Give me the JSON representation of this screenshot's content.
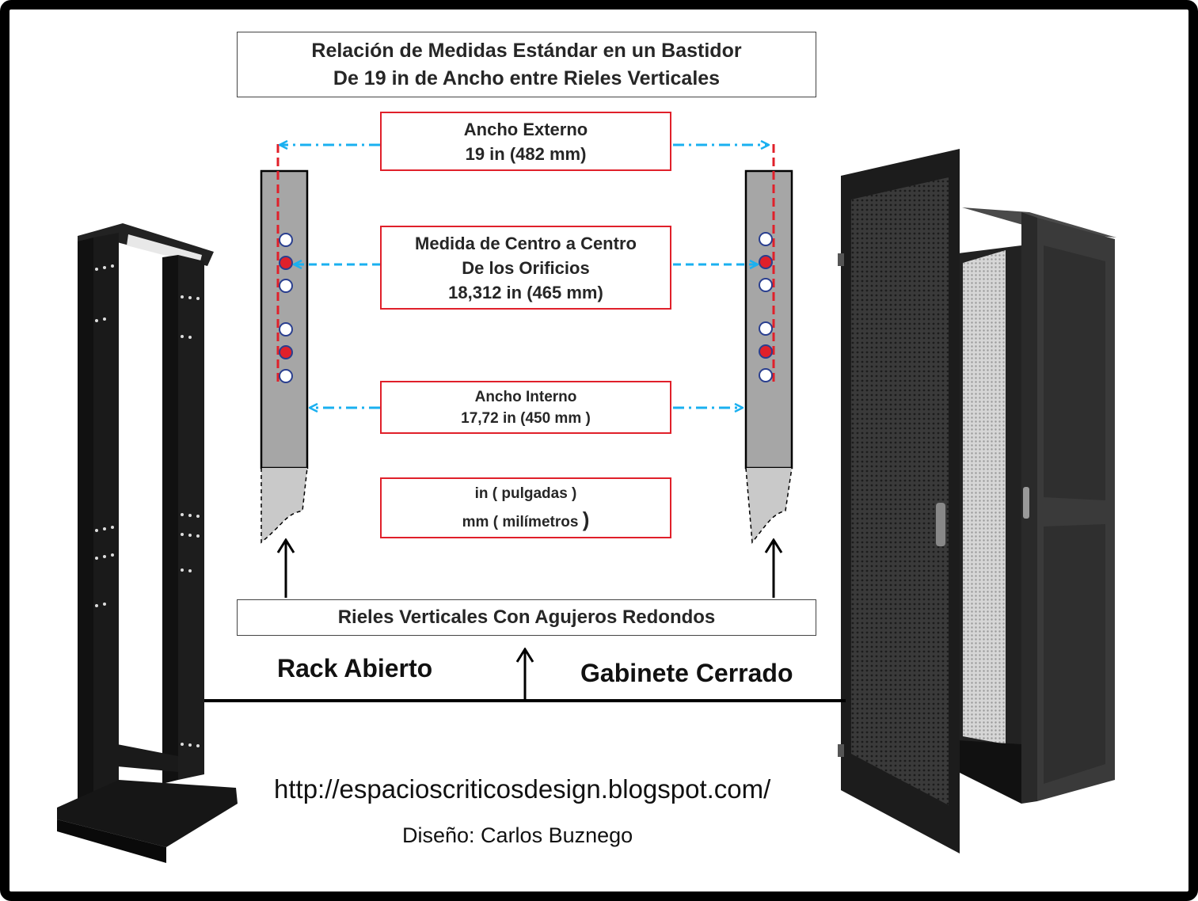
{
  "title": {
    "line1": "Relación de Medidas  Estándar en un Bastidor",
    "line2": "De 19 in de Ancho entre Rieles Verticales"
  },
  "external_width": {
    "label": "Ancho Externo",
    "value": "19 in (482 mm)"
  },
  "center_to_center": {
    "line1": "Medida de Centro a Centro",
    "line2": "De los  Orificios",
    "value": "18,312 in (465 mm)"
  },
  "internal_width": {
    "label": "Ancho Interno",
    "value": "17,72 in (450 mm )"
  },
  "units": {
    "inches": "in ( pulgadas )",
    "millimeters": "mm  ( milímetros",
    "close_paren": ")"
  },
  "rails_label": "Rieles Verticales Con Agujeros Redondos",
  "rack_label": "Rack Abierto",
  "cabinet_label": "Gabinete Cerrado",
  "url": "http://espacioscriticosdesign.blogspot.com/",
  "credit": "Diseño: Carlos Buznego",
  "colors": {
    "red": "#e0202a",
    "blue": "#1ab0f0",
    "rail_gray": "#a6a6a6",
    "hole_blue": "#2a3f8f"
  }
}
